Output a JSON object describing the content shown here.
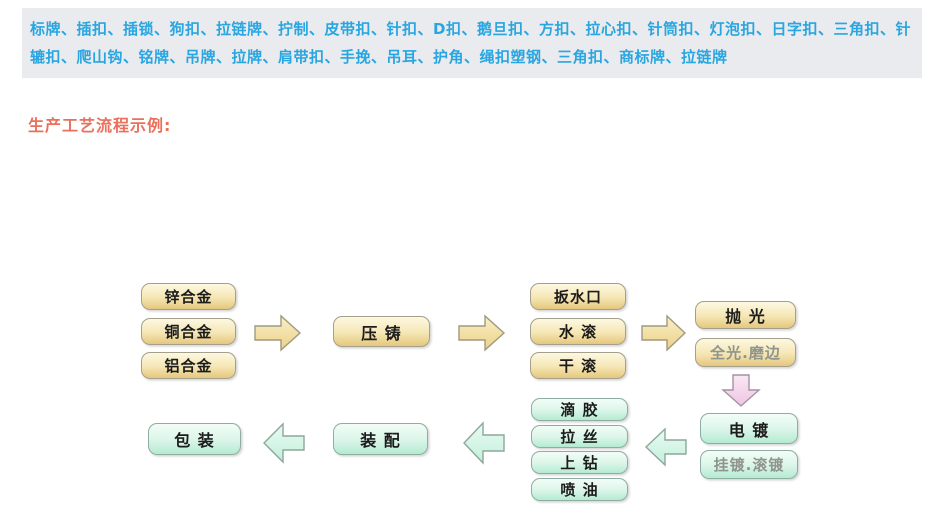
{
  "keywords_bar": {
    "text": "标牌、插扣、插锁、狗扣、拉链牌、拧制、皮带扣、针扣、D扣、鹅旦扣、方扣、拉心扣、针筒扣、灯泡扣、日字扣、三角扣、针辘扣、爬山钩、铭牌、吊牌、拉牌、肩带扣、手挽、吊耳、护角、绳扣塑钢、三角扣、商标牌、拉链牌",
    "text_color": "#29a6e1",
    "background_color": "#e9ebee"
  },
  "section_title": {
    "text": "生产工艺流程示例:",
    "color": "#e9705c"
  },
  "flowchart": {
    "step1_materials": [
      "锌合金",
      "铜合金",
      "铝合金"
    ],
    "step2_die_casting": "压 铸",
    "step3_deburring": [
      "扳水口",
      "水 滚",
      "干 滚"
    ],
    "step4_polishing": {
      "label": "抛 光",
      "methods": "全光.磨边"
    },
    "step5_plating": {
      "label": "电 镀",
      "methods": "挂镀.滚镀"
    },
    "step6_surface_finishing": [
      "滴 胶",
      "拉 丝",
      "上 钻",
      "喷 油"
    ],
    "step7_assembly": "装 配",
    "step8_packaging": "包 装",
    "colors": {
      "gold_box_top": "#fdf8e1",
      "gold_box_bottom": "#e5c77e",
      "mint_box_top": "#f2fdf7",
      "mint_box_bottom": "#b4ebd2",
      "gold_arrow": "#f2dfa0",
      "pink_arrow": "#f3d4ea",
      "mint_arrow": "#d4f3e4",
      "muted_text": "#8f958d"
    }
  }
}
